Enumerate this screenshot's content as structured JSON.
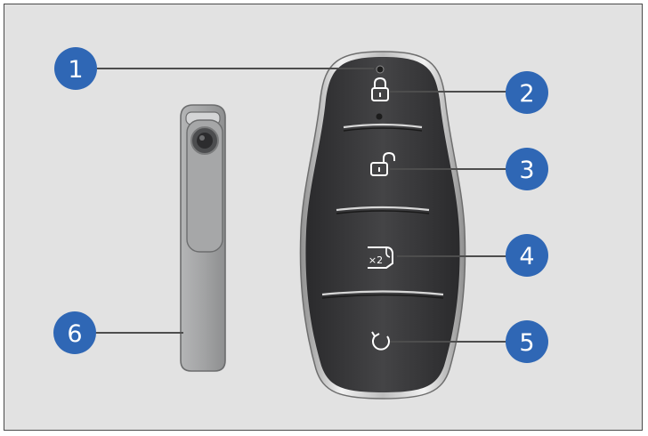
{
  "callouts": [
    {
      "id": "1",
      "label": "1"
    },
    {
      "id": "2",
      "label": "2"
    },
    {
      "id": "3",
      "label": "3"
    },
    {
      "id": "4",
      "label": "4"
    },
    {
      "id": "5",
      "label": "5"
    },
    {
      "id": "6",
      "label": "6"
    }
  ],
  "icons": {
    "led": "indicator-led",
    "lock": "lock-icon",
    "unlock": "unlock-icon",
    "tailgate": "tailgate-x2-icon",
    "remote_start": "remote-start-icon"
  },
  "button_labels": {
    "tailgate_badge": "×2"
  },
  "colors": {
    "background": "#e2e2e2",
    "callout_fill": "#2f67b5",
    "fob_body": "#3b3b3d",
    "fob_chrome": "#c9c9c9",
    "key_blade": "#a2a3a4"
  }
}
